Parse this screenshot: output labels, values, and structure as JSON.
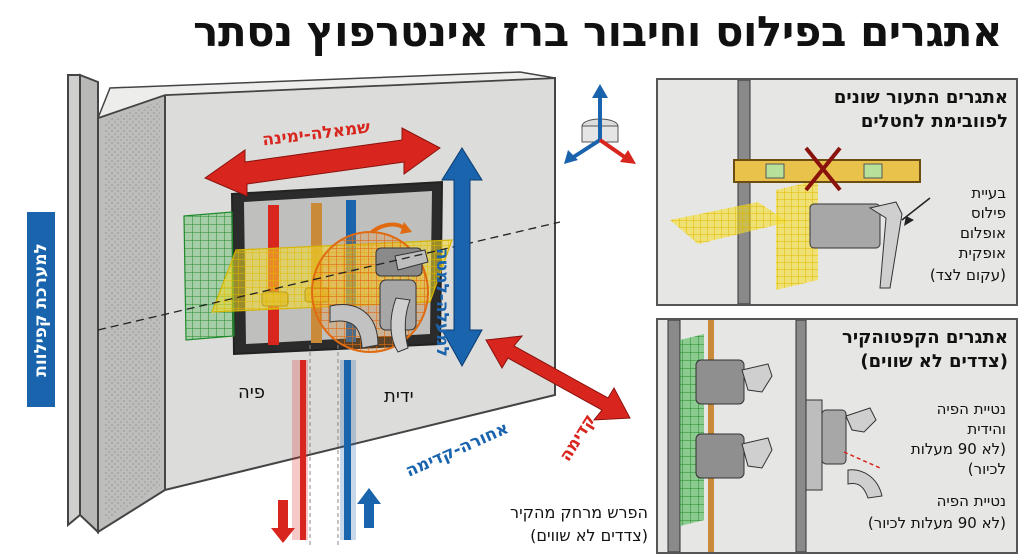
{
  "title": "אתגרים בפילוס וחיבור ברז אינטרפוץ נסתר",
  "side_tab": "למערכת קפילוות",
  "main_labels": {
    "left_right": "שמאלה-ימינה",
    "up_down": "למעלה-למטה",
    "back_front": "אחורה-קדימה",
    "front": "קדימה",
    "spout": "פיה",
    "handle": "ידית"
  },
  "panel_top": {
    "title_line1": "אתגרים התעור שונים",
    "title_line2": "לפוובימת לחטלים",
    "note": [
      "בעיית",
      "פילוס",
      "אופלום",
      "אופקית",
      "(עקום לצד)"
    ]
  },
  "panel_bottom": {
    "title_line1": "אתגרים הקפטוהקיר",
    "title_line2": "(צדדים לא שווים)",
    "note1": [
      "נטיית הפיה",
      "והידית",
      "(לא 90 מעלות",
      "לכיור)"
    ],
    "note2": [
      "נטיית הפיה",
      "(לא 90 מעלות לכיור)"
    ]
  },
  "bottom_caption": {
    "line1": "הפרש מרחק מהקיר",
    "line2": "(צדדים לא שווים)"
  },
  "colors": {
    "red": "#d8261f",
    "blue": "#1a63ad",
    "yellow": "#f5dd2a",
    "green": "#3fb548",
    "orange": "#f08a1e",
    "wall": "#dcdcda"
  }
}
